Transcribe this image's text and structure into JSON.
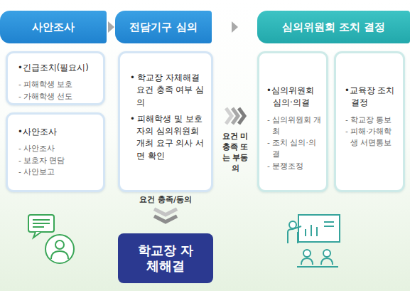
{
  "diagram": {
    "nodes": [
      {
        "text": [
          "사안조사"
        ]
      },
      {
        "text": [
          "전담기구 심의"
        ]
      },
      {
        "text": [
          "심의위원회 조치 결정"
        ]
      },
      {
        "text": [
          "•긴급조치(필요시)",
          "- 피해학생 보호",
          "- 가해학생 선도"
        ]
      },
      {
        "text": [
          "•사안조사",
          "- 사안조사",
          "- 보호자 면담",
          "- 사안보고"
        ]
      },
      {
        "text": [
          "• 학교장 자체해결 요건 충족 여부 심의",
          "• 피해학생 및 보호자의 심의위원회 개최 요구 의사 서면 확인"
        ]
      },
      {
        "text": [
          "학교장 자체해결"
        ]
      },
      {
        "text": [
          "•심의위원회 심의·의결",
          "- 심의위원회 개최",
          "- 조치 심의·의결",
          "- 분쟁조정"
        ]
      },
      {
        "text": [
          "•교육장 조치결정",
          "- 학교장 통보",
          "- 피해·가해학생 서면통보"
        ]
      }
    ],
    "edges": [
      {
        "from": 0,
        "to": 1,
        "arrow": "to"
      },
      {
        "from": 1,
        "to": 2,
        "arrow": "to"
      },
      {
        "from": 5,
        "to": 6,
        "label": "요건 충족/동의",
        "arrow": "to"
      },
      {
        "from": 5,
        "to": 7,
        "label": "요건 미충족 또는 부동의",
        "arrow": "to"
      }
    ]
  }
}
